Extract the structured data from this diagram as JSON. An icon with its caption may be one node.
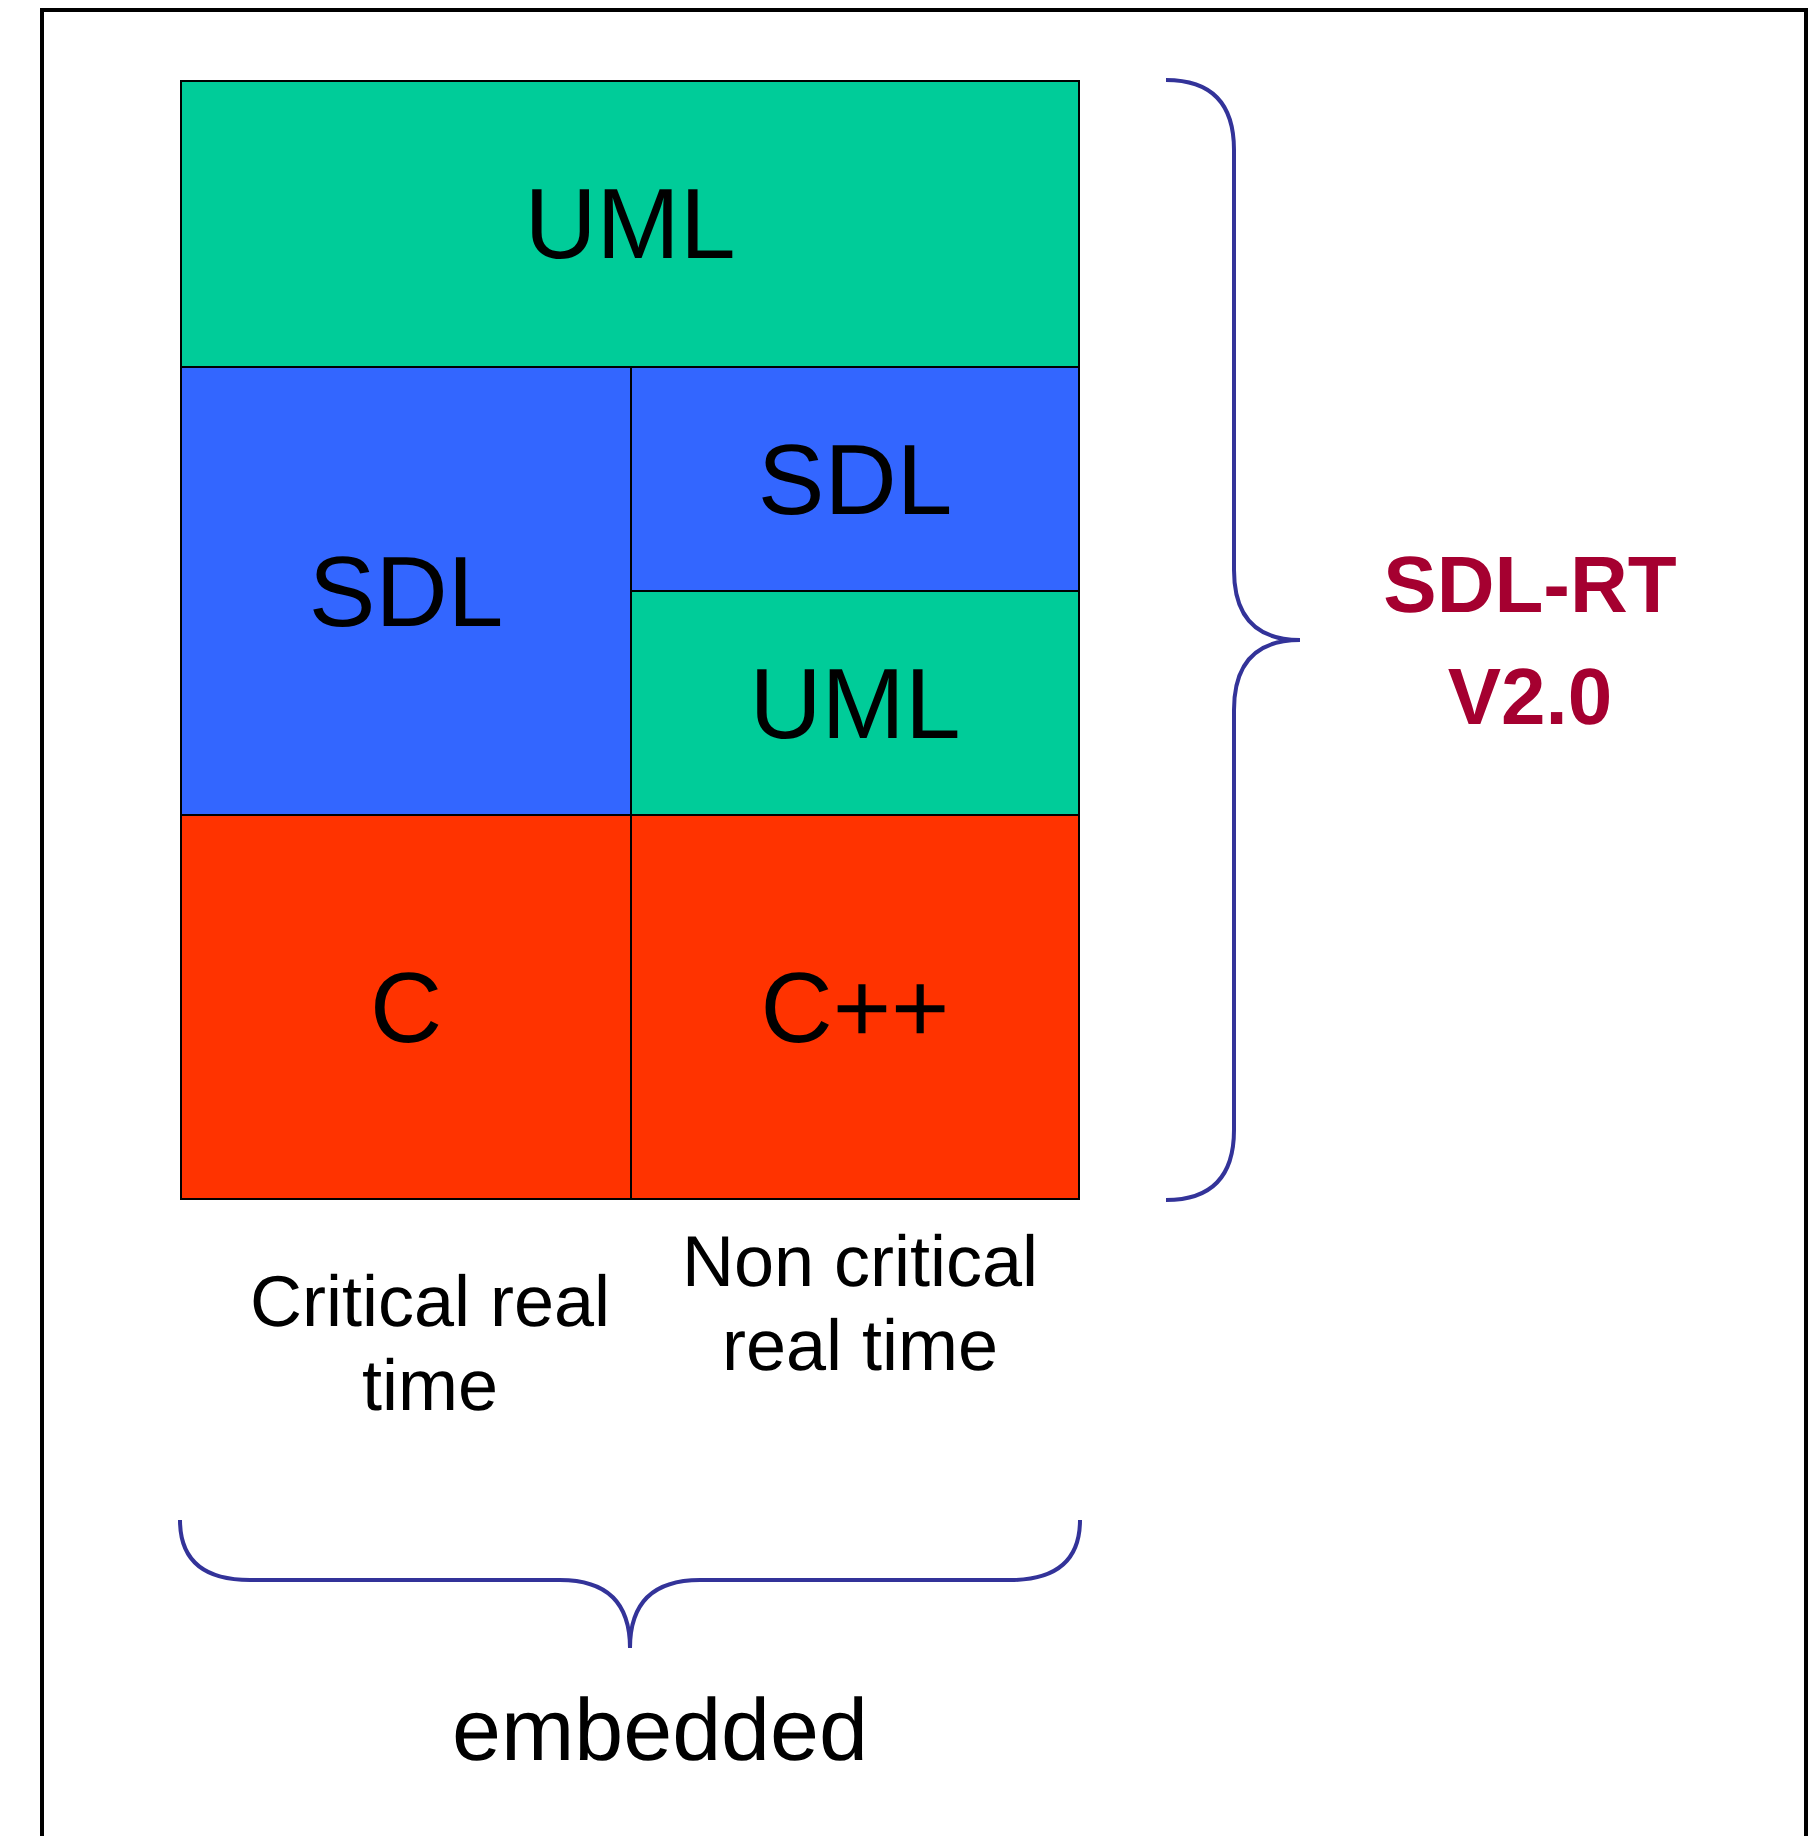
{
  "diagram": {
    "nodes": [
      {
        "text": [
          "UML"
        ]
      },
      {
        "text": [
          "SDL"
        ]
      },
      {
        "text": [
          "SDL"
        ]
      },
      {
        "text": [
          "UML"
        ]
      },
      {
        "text": [
          "C"
        ]
      },
      {
        "text": [
          "C++"
        ]
      }
    ],
    "labels": [
      "SDL-RT V2.0",
      "Critical real time",
      "Non critical real time",
      "embedded"
    ]
  }
}
